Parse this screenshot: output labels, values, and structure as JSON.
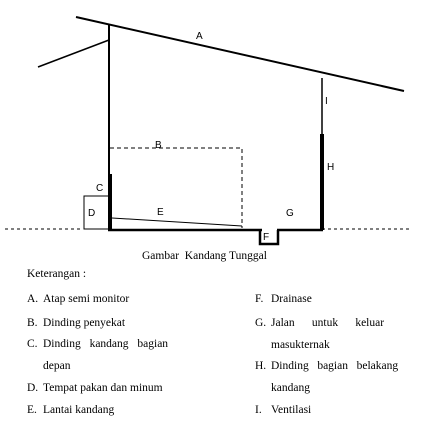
{
  "diagram": {
    "labels": {
      "A": "A",
      "B": "B",
      "C": "C",
      "D": "D",
      "E": "E",
      "F": "F",
      "G": "G",
      "H": "H",
      "I": "I"
    },
    "caption": "Gambar  Kandang Tunggal"
  },
  "legend": {
    "title": "Keterangan :",
    "items": [
      {
        "key": "A.",
        "line1": "Atap semi monitor",
        "line2": ""
      },
      {
        "key": "B.",
        "line1": "Dinding penyekat",
        "line2": ""
      },
      {
        "key": "C.",
        "line1": "Dinding   kandang   bagian",
        "line2": "depan"
      },
      {
        "key": "D.",
        "line1": "Tempat pakan dan minum",
        "line2": ""
      },
      {
        "key": "E.",
        "line1": "Lantai kandang",
        "line2": ""
      },
      {
        "key": "F.",
        "line1": "Drainase",
        "line2": ""
      },
      {
        "key": "G.",
        "line1": "Jalan      untuk      keluar",
        "line2": "masukternak"
      },
      {
        "key": "H.",
        "line1": "Dinding   bagian   belakang",
        "line2": "kandang"
      },
      {
        "key": "I.",
        "line1": "Ventilasi",
        "line2": ""
      }
    ]
  }
}
